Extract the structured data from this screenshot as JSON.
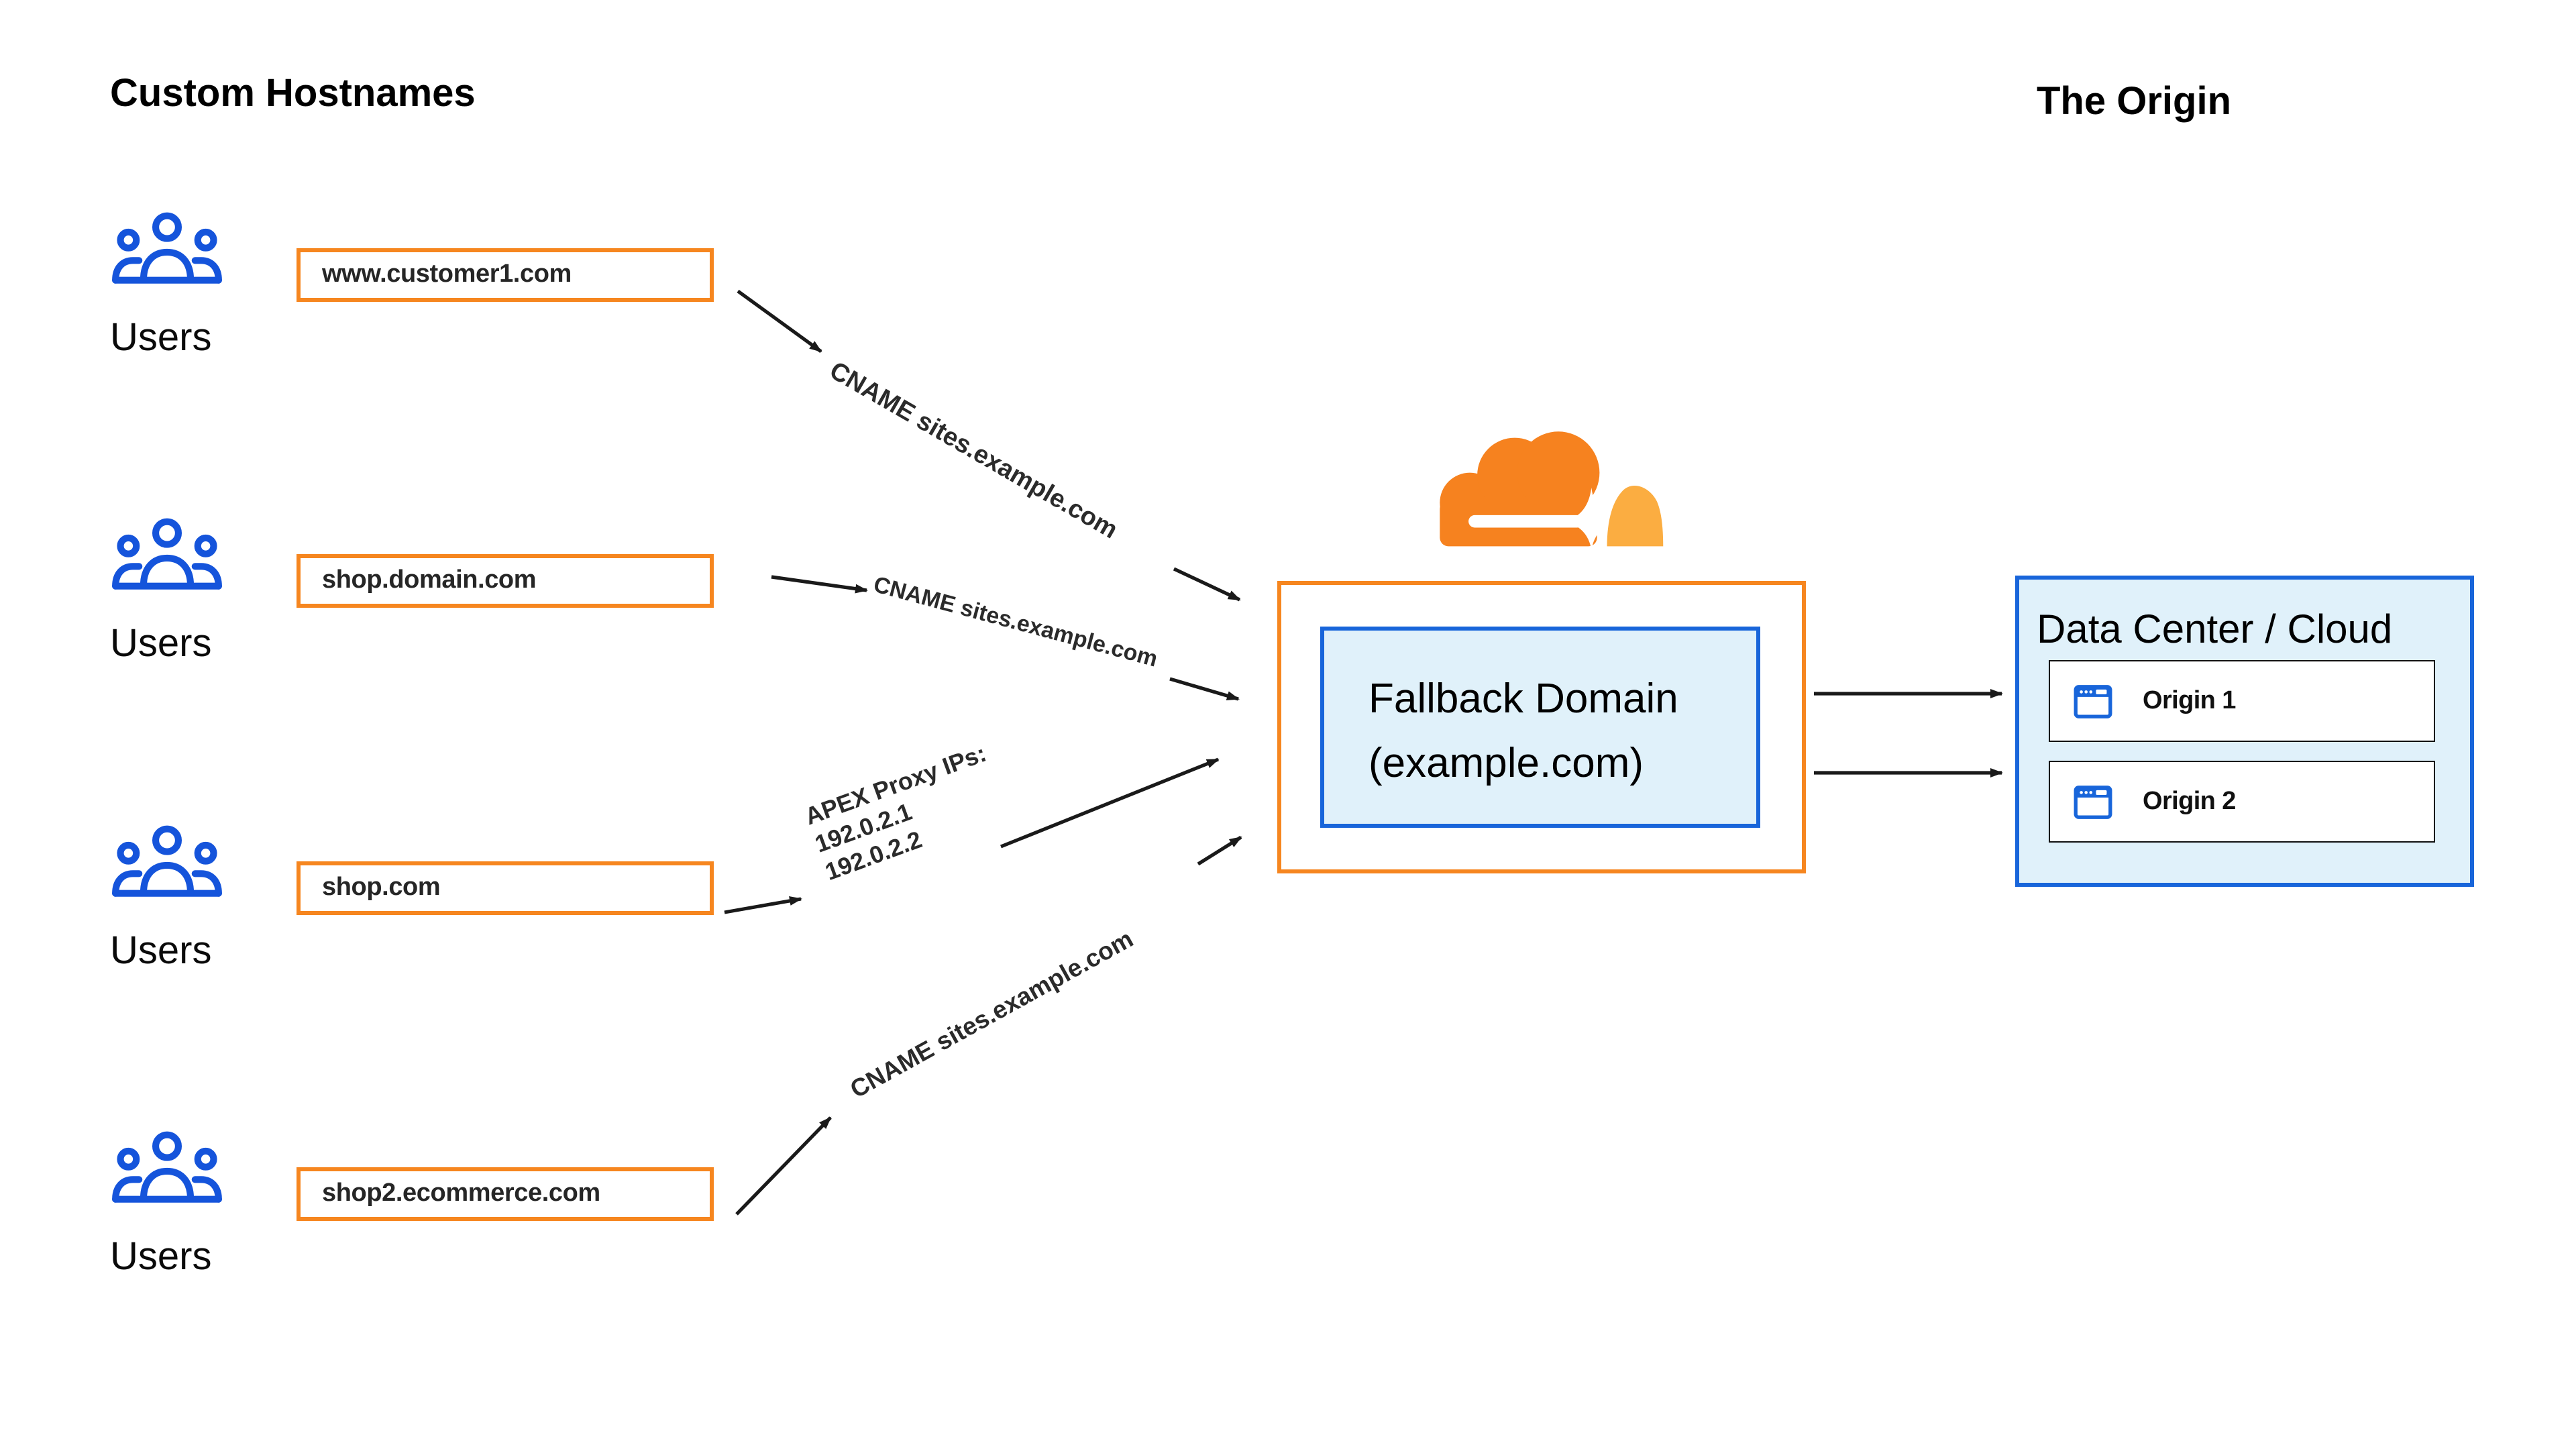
{
  "header": {
    "left_title": "Custom Hostnames",
    "right_title": "The Origin"
  },
  "rows": [
    {
      "users_label": "Users",
      "hostname": "www.customer1.com",
      "record": "CNAME sites.example.com"
    },
    {
      "users_label": "Users",
      "hostname": "shop.domain.com",
      "record": "CNAME sites.example.com"
    },
    {
      "users_label": "Users",
      "hostname": "shop.com",
      "record_lines": [
        "APEX Proxy IPs:",
        "192.0.2.1",
        "192.0.2.2"
      ]
    },
    {
      "users_label": "Users",
      "hostname": "shop2.ecommerce.com",
      "record": "CNAME sites.example.com"
    }
  ],
  "cloudflare": {
    "logo": "cloudflare-cloud-logo",
    "fallback_line1": "Fallback Domain",
    "fallback_line2": "(example.com)"
  },
  "origin": {
    "title": "Data Center / Cloud",
    "servers": [
      {
        "icon": "browser-window-icon",
        "label": "Origin 1"
      },
      {
        "icon": "browser-window-icon",
        "label": "Origin 2"
      }
    ]
  },
  "colors": {
    "accent_orange": "#F6861F",
    "cloud_orange": "#F6821F",
    "cloud_light_orange": "#FBAD41",
    "icon_blue": "#1554DB",
    "border_blue": "#1865DA",
    "light_blue_fill": "#E0F1FA",
    "arrow_black": "#1A1A1A"
  }
}
